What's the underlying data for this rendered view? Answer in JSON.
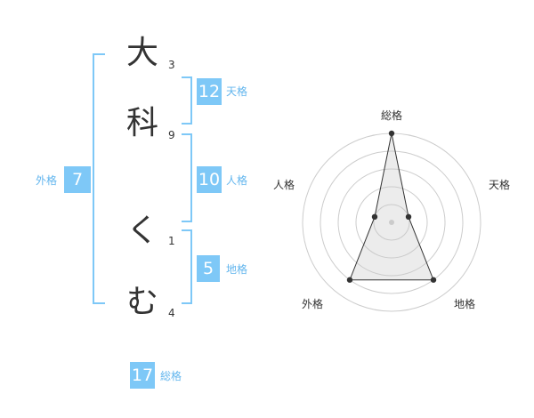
{
  "name_chars": [
    {
      "char": "大",
      "strokes": "3"
    },
    {
      "char": "科",
      "strokes": "9"
    },
    {
      "char": "く",
      "strokes": "1"
    },
    {
      "char": "む",
      "strokes": "4"
    }
  ],
  "kaku": {
    "tenkaku": {
      "value": "12",
      "label": "天格"
    },
    "jinkaku": {
      "value": "10",
      "label": "人格"
    },
    "chikaku": {
      "value": "5",
      "label": "地格"
    },
    "gaikaku": {
      "value": "7",
      "label": "外格"
    },
    "soukaku": {
      "value": "17",
      "label": "総格"
    }
  },
  "accent_color": "#7ec8f7",
  "chart_data": {
    "type": "radar",
    "axes": [
      "総格",
      "天格",
      "地格",
      "外格",
      "人格"
    ],
    "series": [
      {
        "values": [
          5,
          1,
          4,
          4,
          1
        ]
      }
    ],
    "rmax": 5,
    "grid_rings": 5
  }
}
